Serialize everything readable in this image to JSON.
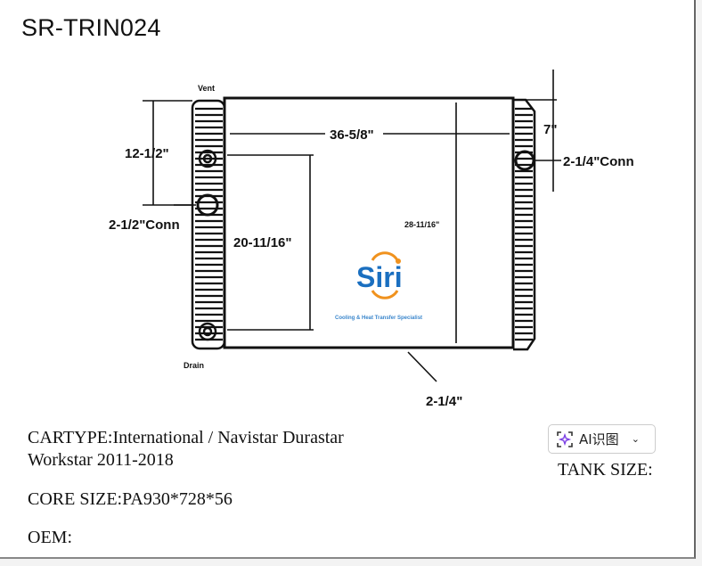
{
  "title": "SR-TRIN024",
  "drawing": {
    "labels": {
      "vent": "Vent",
      "drain": "Drain",
      "width": "36-5/8\"",
      "top_offset": "7\"",
      "outlet_conn": "2-1/4\"Conn",
      "inlet_offset": "12-1/2\"",
      "inlet_conn": "2-1/2\"Conn",
      "core_height_inner": "20-11/16\"",
      "core_height": "28-11/16\"",
      "core_depth": "2-1/4\""
    },
    "logo": {
      "brand": "Siri",
      "tagline": "Cooling & Heat Transfer Specialist",
      "blue": "#1a6fc0",
      "orange": "#f0921e"
    }
  },
  "specs": {
    "cartype_line1": "CARTYPE:International / Navistar Durastar",
    "cartype_line2": "Workstar 2011-2018",
    "core_size": "CORE SIZE:PA930*728*56",
    "oem": "OEM:",
    "tank_size": "TANK SIZE:"
  },
  "ai_button": {
    "label": "AI识图",
    "icon": "sparkle-scan-icon",
    "accent": "#7b3fe4"
  }
}
